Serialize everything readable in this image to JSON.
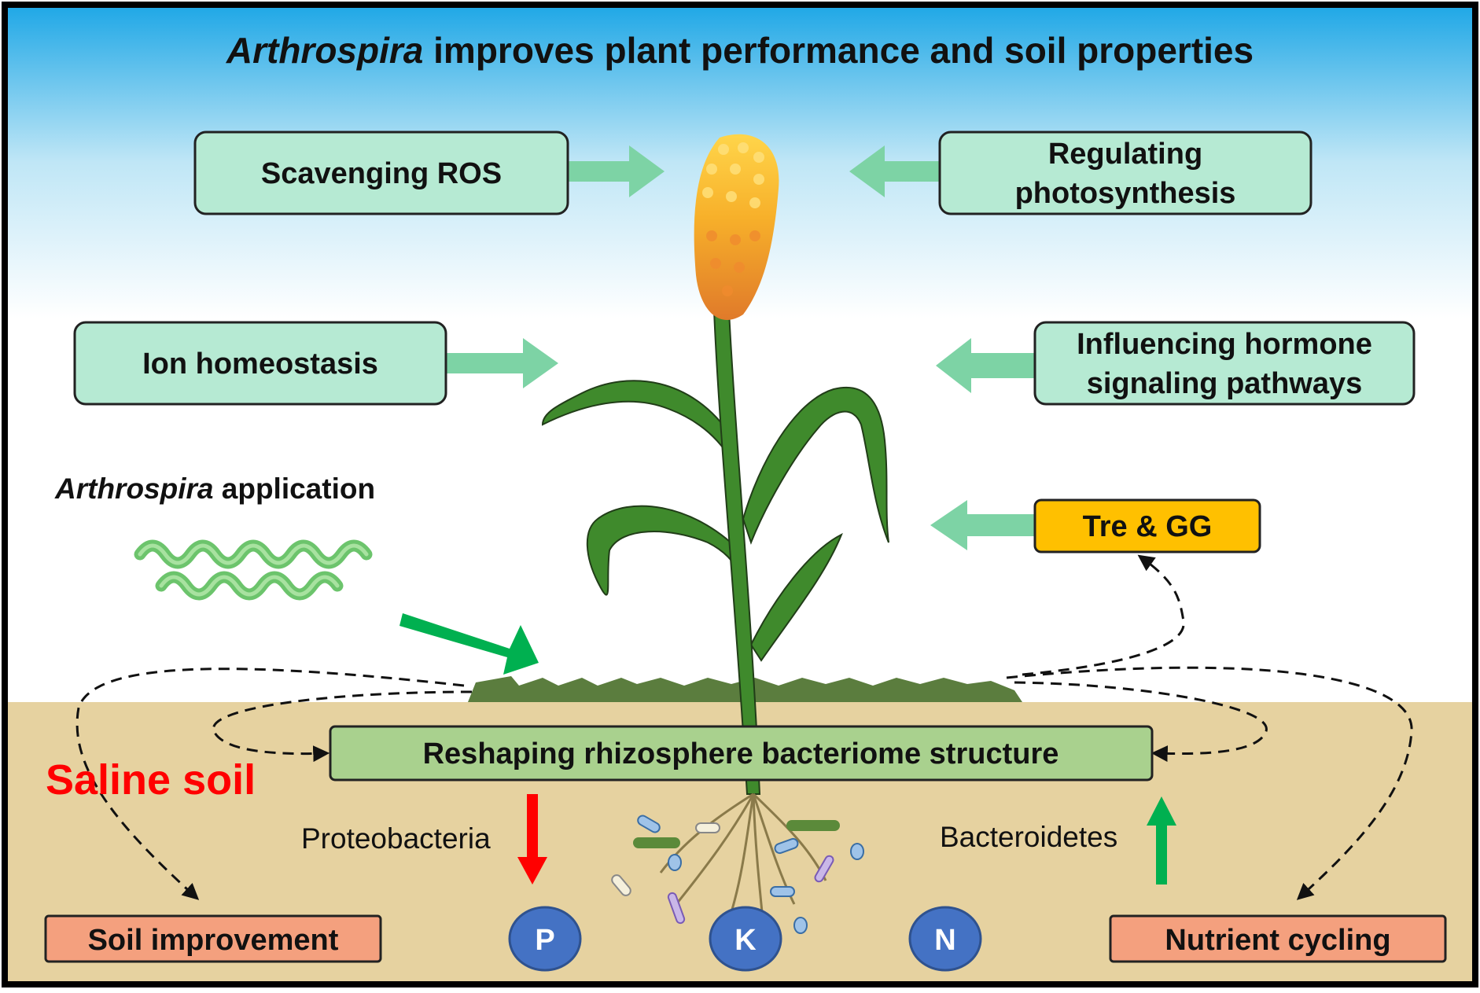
{
  "title": {
    "italic": "Arthrospira",
    "rest": " improves plant performance and soil properties"
  },
  "boxes": {
    "scavenging_ros": "Scavenging ROS",
    "regulating_photosynthesis_line1": "Regulating",
    "regulating_photosynthesis_line2": "photosynthesis",
    "ion_homeostasis": "Ion homeostasis",
    "hormone_line1": "Influencing hormone",
    "hormone_line2": "signaling pathways",
    "tre_gg": "Tre & GG",
    "reshaping": "Reshaping rhizosphere bacteriome structure",
    "soil_improvement": "Soil improvement",
    "nutrient_cycling": "Nutrient cycling"
  },
  "application_label": {
    "italic": "Arthrospira",
    "rest": " application"
  },
  "saline_soil": "Saline soil",
  "phyla": {
    "decreased": "Proteobacteria",
    "increased": "Bacteroidetes"
  },
  "nutrients": [
    "P",
    "K",
    "N"
  ],
  "colors": {
    "sky_top": "#1ea7e6",
    "soil": "#e6d2a0",
    "green_box": "#b6ead3",
    "tre_box": "#ffc000",
    "orange_box": "#f4a07e",
    "reshape_box": "#a9d18e",
    "nutrient_circle": "#4472c4",
    "saline_text": "#ff0000",
    "decrease_arrow": "#ff0000",
    "increase_arrow": "#00b050",
    "soft_arrow": "#7dd3a5"
  }
}
